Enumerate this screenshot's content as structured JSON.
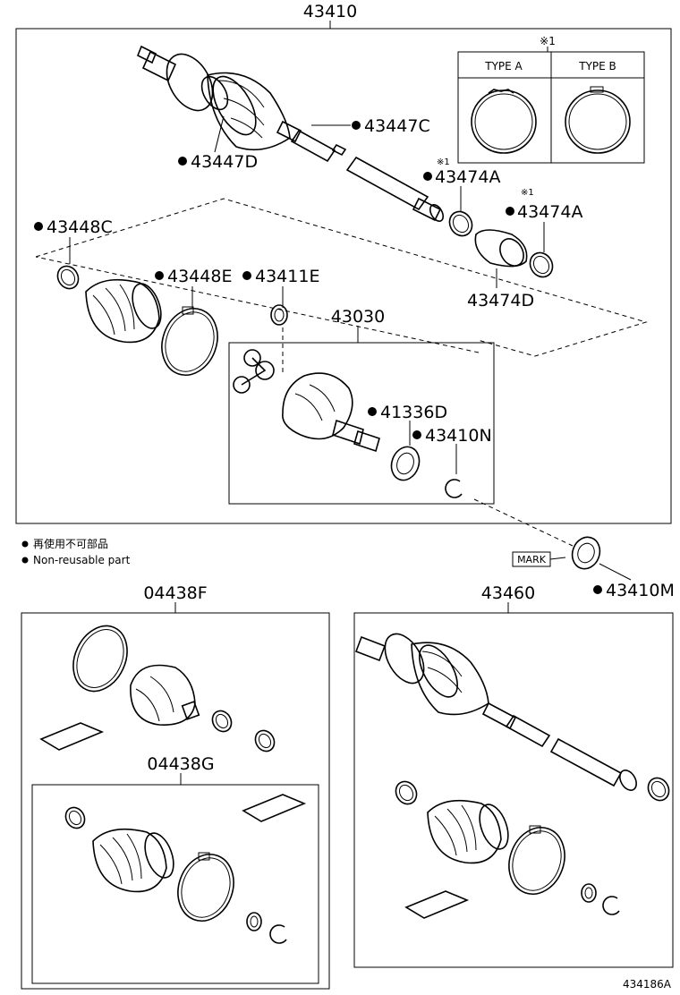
{
  "labels": {
    "assy_43410": "43410",
    "p_43447C": "43447C",
    "p_43447D": "43447D",
    "p_43474A_a": "43474A",
    "p_43474A_b": "43474A",
    "p_43474D": "43474D",
    "p_43448C": "43448C",
    "p_43448E": "43448E",
    "p_43411E": "43411E",
    "assy_43030": "43030",
    "p_41336D": "41336D",
    "p_43410N": "43410N",
    "p_43410M": "43410M",
    "kit_04438F": "04438F",
    "kit_04438G": "04438G",
    "assy_43460": "43460"
  },
  "note_mark": "※1",
  "type_box": {
    "note": "※1",
    "type_a": "TYPE A",
    "type_b": "TYPE B"
  },
  "legend": {
    "jp": "再使用不可部品",
    "en": "Non-reusable part"
  },
  "mark_label": "MARK",
  "footer_code": "434186A"
}
